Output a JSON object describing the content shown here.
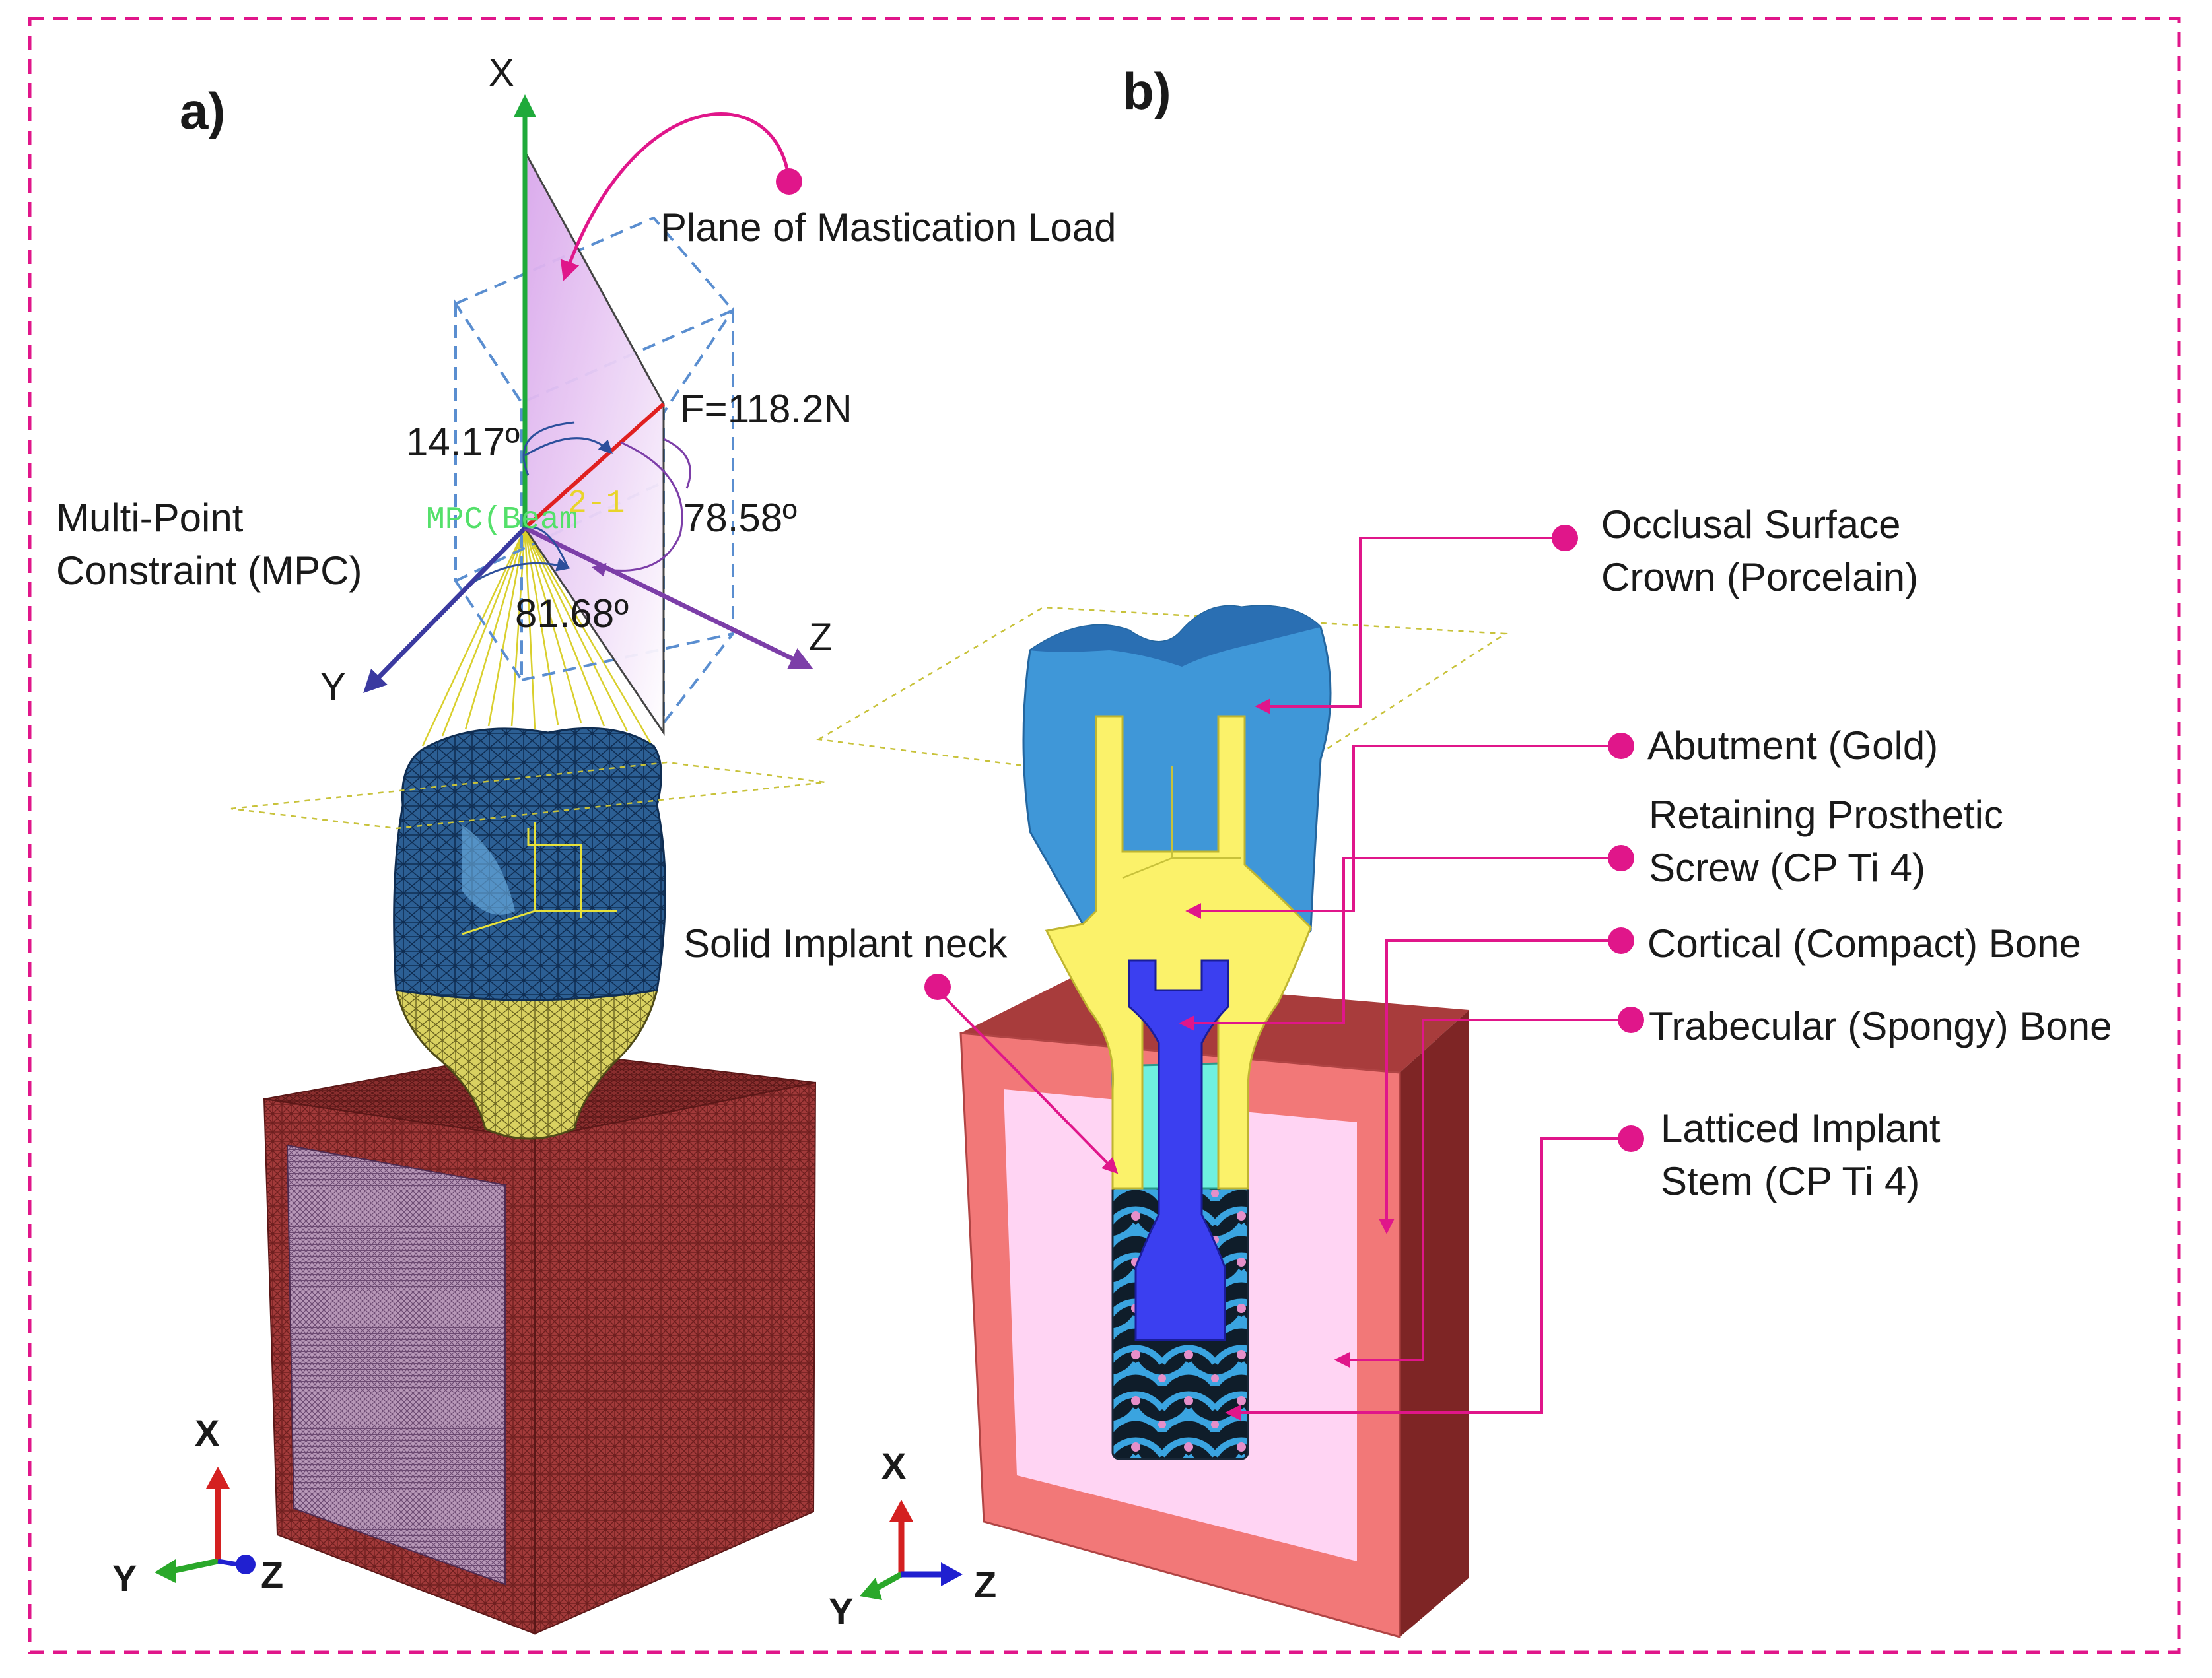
{
  "colors": {
    "frame": "#e0168a",
    "callout": "#e0168a",
    "crown": "#3f97d8",
    "crown_top": "#2a6fb3",
    "crown_mesh": "#1f5a93",
    "abutment": "#fbf26a",
    "screw": "#3b3ff0",
    "neck": "#6ff0df",
    "stem": "#2ea0d6",
    "cortical_side": "#f27878",
    "cortical_top": "#a83c3c",
    "cortical_dark": "#7e2525",
    "trabecular": "#ffd4f3",
    "mesh_bone": "#8e2f2f",
    "mesh_inner": "#b48bb0",
    "plane": "#e8c2f4",
    "force": "#e02020",
    "axis_x": "#1faa3a",
    "axis_y": "#3b3aa0",
    "axis_z": "#7c3ea8",
    "mpc_spokes": "#d9cf2c",
    "dashed_box": "#5a8ed0",
    "triad_x": "#d42020",
    "triad_y": "#2aa82a",
    "triad_z": "#2020d0"
  },
  "panel_a": {
    "label": "a)",
    "axis_x": "X",
    "axis_y": "Y",
    "axis_z": "Z",
    "plane_label": "Plane of Mastication Load",
    "force_label": "F=118.2N",
    "angle_1": "14.17º",
    "angle_2": "78.58º",
    "angle_3": "81.68º",
    "mpc_label_line1": "Multi-Point",
    "mpc_label_line2": "Constraint (MPC)",
    "mpc_tag": "MPC(Beam",
    "mpc_tag2": "2-1",
    "triad": {
      "x": "X",
      "y": "Y",
      "z": "Z"
    }
  },
  "panel_b": {
    "label": "b)",
    "callouts": [
      {
        "id": "crown",
        "line1": "Occlusal Surface",
        "line2": "Crown (Porcelain)"
      },
      {
        "id": "abutment",
        "line1": "Abutment (Gold)",
        "line2": ""
      },
      {
        "id": "screw",
        "line1": "Retaining Prosthetic",
        "line2": "Screw (CP Ti 4)"
      },
      {
        "id": "cortical",
        "line1": "Cortical (Compact) Bone",
        "line2": ""
      },
      {
        "id": "trabecular",
        "line1": "Trabecular (Spongy) Bone",
        "line2": ""
      },
      {
        "id": "stem",
        "line1": "Latticed Implant",
        "line2": "Stem (CP Ti 4)"
      }
    ],
    "neck_label": "Solid Implant neck",
    "triad": {
      "x": "X",
      "y": "Y",
      "z": "Z"
    }
  }
}
